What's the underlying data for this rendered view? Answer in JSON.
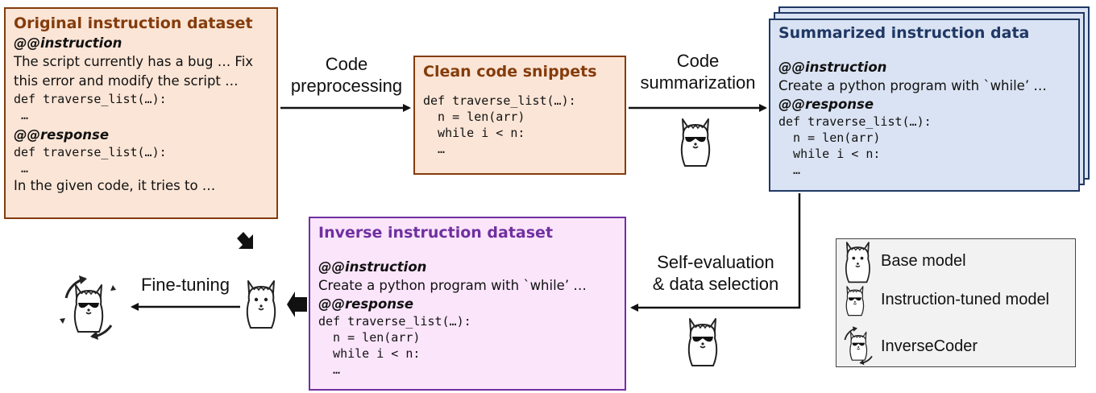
{
  "original": {
    "title": "Original instruction dataset",
    "instruction_tag": "@@instruction",
    "instruction_line1": "The script currently has a bug … Fix",
    "instruction_line2": "this error and modify the script …",
    "code_line1": "def traverse_list(…):",
    "code_line2": " …",
    "response_tag": "@@response",
    "response_code1": "def traverse_list(…):",
    "response_code2": " …",
    "response_text": "In the given code, it tries to …"
  },
  "preprocess_label": {
    "line1": "Code",
    "line2": "preprocessing"
  },
  "clean": {
    "title": "Clean code snippets",
    "code": [
      "def traverse_list(…):",
      "  n = len(arr)",
      "  while i < n:",
      "  …"
    ]
  },
  "summarization_label": {
    "line1": "Code",
    "line2": "summarization"
  },
  "summarized": {
    "title": "Summarized instruction data",
    "instruction_tag": "@@instruction",
    "instruction_text": "Create a python program with `while’ …",
    "response_tag": "@@response",
    "code": [
      "def traverse_list(…):",
      "  n = len(arr)",
      "  while i < n:",
      "  …"
    ]
  },
  "selfeval_label": {
    "line1": "Self-evaluation",
    "line2": "& data selection"
  },
  "inverse": {
    "title": "Inverse instruction dataset",
    "instruction_tag": "@@instruction",
    "instruction_text": "Create a python program with `while’ …",
    "response_tag": "@@response",
    "code": [
      "def traverse_list(…):",
      "  n = len(arr)",
      "  while i < n:",
      "  …"
    ]
  },
  "finetune_label": "Fine-tuning",
  "legend": {
    "items": [
      "Base model",
      "Instruction-tuned model",
      "InverseCoder"
    ]
  },
  "colors": {
    "orange_border": "#843c0c",
    "orange_fill": "#fbe5d6",
    "blue_border": "#1f3864",
    "blue_fill": "#dae3f3",
    "purple_border": "#7030a0",
    "purple_fill": "#fbe5fb",
    "legend_fill": "#f2f2f2"
  },
  "icons": [
    "llama-sunglasses-icon",
    "llama-base-icon",
    "inversecoder-cycle-icon"
  ]
}
